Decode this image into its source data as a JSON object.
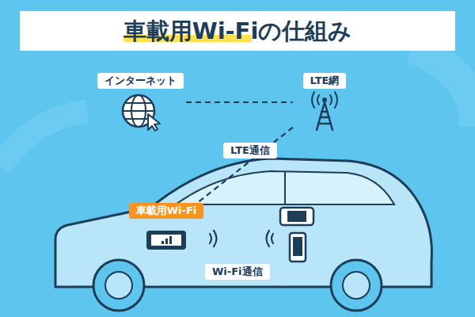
{
  "diagram": {
    "title": "車載用Wi-Fiの仕組み",
    "nodes": [
      {
        "text": [
          "インターネット"
        ]
      },
      {
        "text": [
          "LTE網"
        ]
      },
      {
        "text": [
          "車載用Wi-Fi"
        ]
      }
    ],
    "edges": [
      {
        "from": 0,
        "to": 1,
        "arrow": "none"
      },
      {
        "from": 1,
        "to": 2,
        "label": "LTE通信",
        "arrow": "none"
      }
    ],
    "labels": [
      "Wi-Fi通信"
    ]
  }
}
